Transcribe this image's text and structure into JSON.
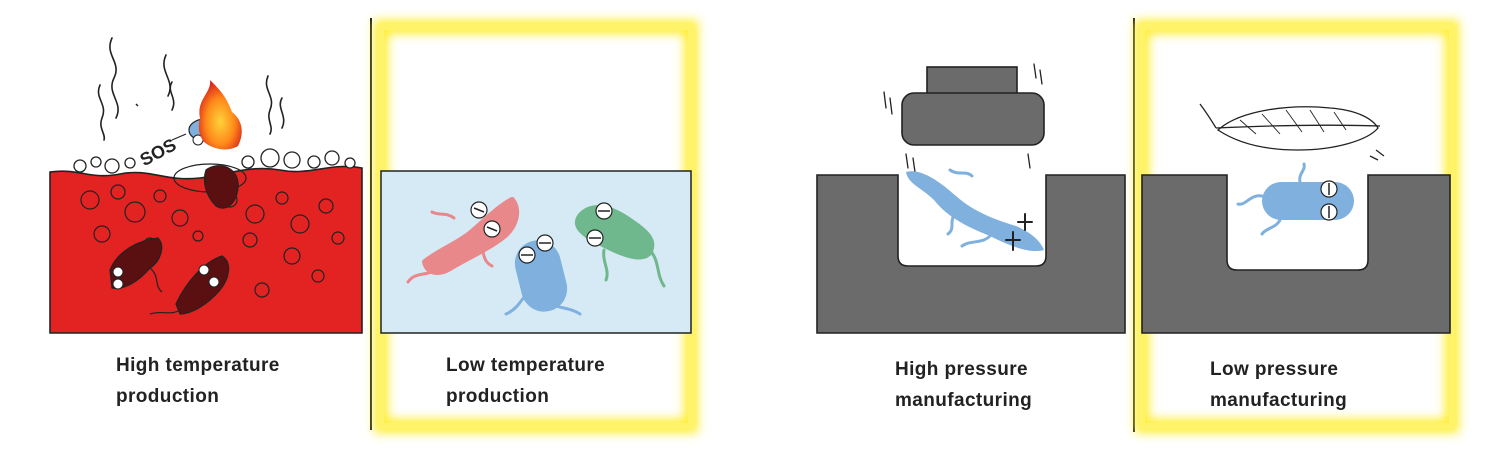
{
  "panels": [
    {
      "line1": "High temperature",
      "line2": "production",
      "highlighted": false
    },
    {
      "line1": "Low temperature",
      "line2": "production",
      "highlighted": true
    },
    {
      "line1": "High pressure",
      "line2": "manufacturing",
      "highlighted": false
    },
    {
      "line1": "Low pressure",
      "line2": "manufacturing",
      "highlighted": true
    }
  ],
  "sos_text": "SOS",
  "colors": {
    "hot_liquid": "#e32222",
    "cold_liquid": "#d6eaf5",
    "press_metal": "#6b6b6b",
    "highlight": "#ffee33",
    "bacteria_red": "#e8888a",
    "bacteria_blue": "#7fb0de",
    "bacteria_green": "#6fb88d",
    "burnt": "#5a1010"
  }
}
